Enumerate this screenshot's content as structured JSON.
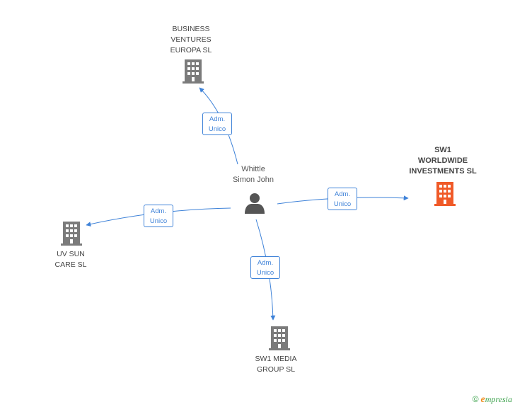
{
  "colors": {
    "edge": "#3e82d8",
    "company": "#7b7b7b",
    "company_highlight": "#f05a28",
    "person": "#555555"
  },
  "person": {
    "name": "Whittle\nSimon John",
    "icon": "person-icon"
  },
  "companies": [
    {
      "id": "business-ventures",
      "name": "BUSINESS\nVENTURES\nEUROPA SL",
      "icon": "building-icon",
      "highlight": false
    },
    {
      "id": "sw1-worldwide",
      "name": "SW1\nWORLDWIDE\nINVESTMENTS SL",
      "icon": "building-icon",
      "highlight": true
    },
    {
      "id": "uv-sun",
      "name": "UV SUN\nCARE  SL",
      "icon": "building-icon",
      "highlight": false
    },
    {
      "id": "sw1-media",
      "name": "SW1 MEDIA\nGROUP SL",
      "icon": "building-icon",
      "highlight": false
    }
  ],
  "edges": [
    {
      "to": "business-ventures",
      "label_line1": "Adm.",
      "label_line2": "Unico"
    },
    {
      "to": "sw1-worldwide",
      "label_line1": "Adm.",
      "label_line2": "Unico"
    },
    {
      "to": "uv-sun",
      "label_line1": "Adm.",
      "label_line2": "Unico"
    },
    {
      "to": "sw1-media",
      "label_line1": "Adm.",
      "label_line2": "Unico"
    }
  ],
  "footer": {
    "copyright_symbol": "©",
    "brand_initial": "e",
    "brand_rest": "mpresia"
  }
}
